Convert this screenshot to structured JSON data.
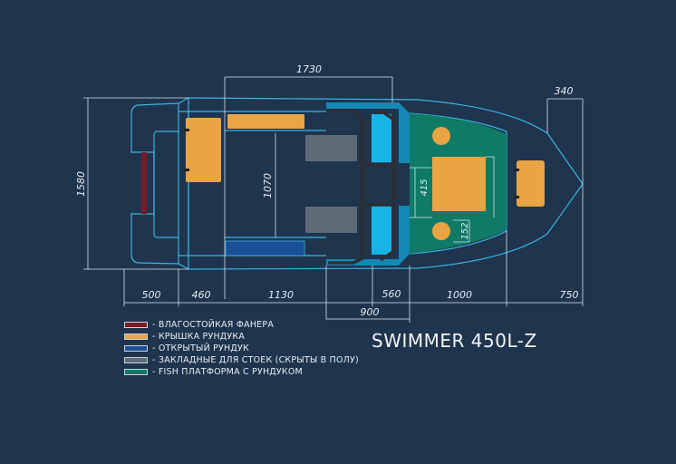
{
  "title": "SWIMMER 450L-Z",
  "dimensions": {
    "overall_width": "1580",
    "top_span": "1730",
    "bow_offset": "340",
    "cockpit_width": "1070",
    "platform_box": "415",
    "hatch": "152",
    "bottom": [
      "500",
      "460",
      "1130",
      "560",
      "1000",
      "750"
    ],
    "console": "900"
  },
  "legend": [
    {
      "label": "- ВЛАГОСТОЙКАЯ ФАНЕРА",
      "color": "#7a1a24"
    },
    {
      "label": "- КРЫШКА РУНДУКА",
      "color": "#e9a444"
    },
    {
      "label": "- ОТКРЫТЫЙ РУНДУК",
      "color": "#1b4f96"
    },
    {
      "label": "- ЗАКЛАДНЫЕ ДЛЯ СТОЕК (СКРЫТЫ В ПОЛУ)",
      "color": "#5f6b77"
    },
    {
      "label": "- FISH ПЛАТФОРМА С РУНДУКОМ",
      "color": "#0f7a66"
    }
  ],
  "colors": {
    "background": "#1f344d",
    "outline": "#3ab4e4",
    "console_light": "#19b4e6",
    "console_dark": "#1488b4",
    "frame": "#2b2f35"
  }
}
